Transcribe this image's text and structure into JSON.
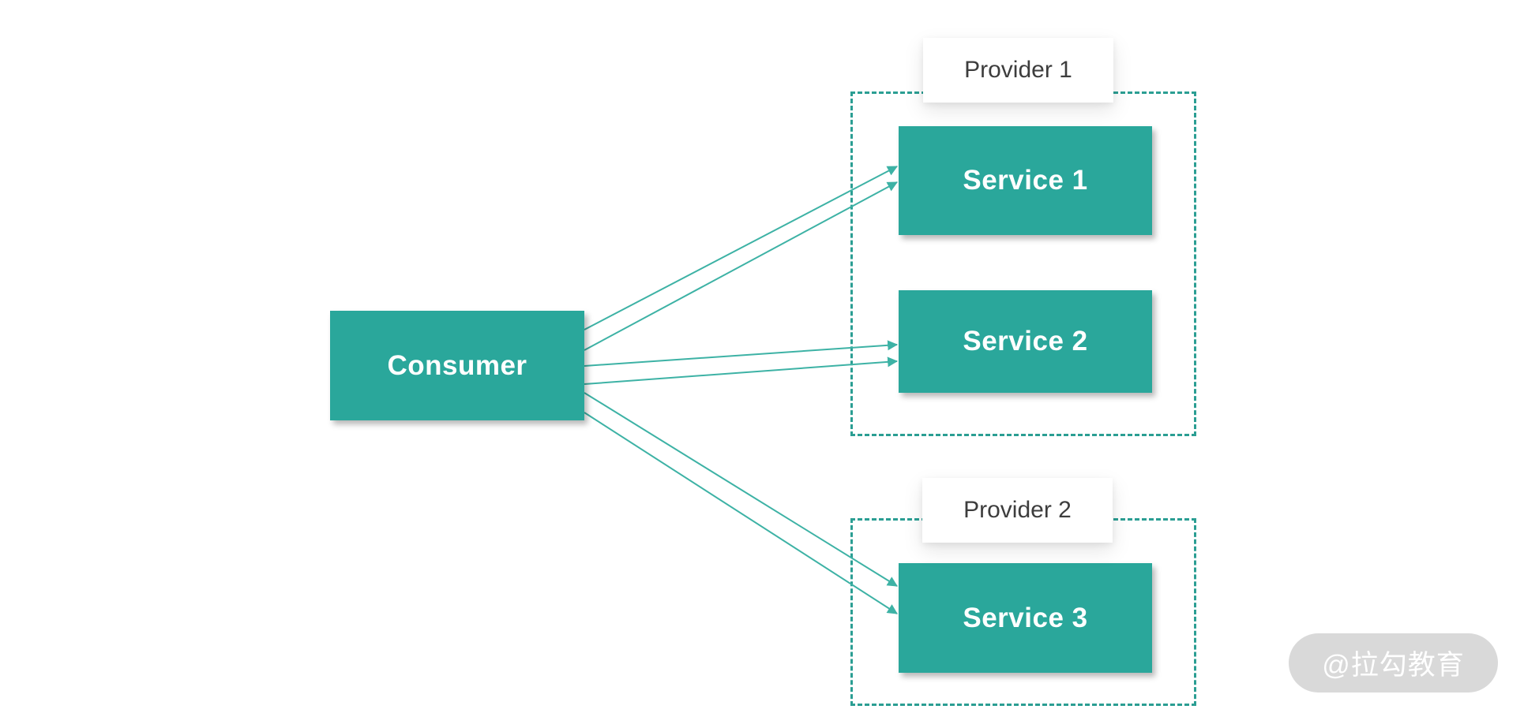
{
  "diagram": {
    "consumer": {
      "label": "Consumer"
    },
    "providers": [
      {
        "label": "Provider 1",
        "services": [
          {
            "label": "Service 1"
          },
          {
            "label": "Service 2"
          }
        ]
      },
      {
        "label": "Provider 2",
        "services": [
          {
            "label": "Service 3"
          }
        ]
      }
    ],
    "edges": [
      {
        "from": "Consumer",
        "to": "Service 1"
      },
      {
        "from": "Consumer",
        "to": "Service 1"
      },
      {
        "from": "Consumer",
        "to": "Service 2"
      },
      {
        "from": "Consumer",
        "to": "Service 2"
      },
      {
        "from": "Consumer",
        "to": "Service 3"
      },
      {
        "from": "Consumer",
        "to": "Service 3"
      }
    ],
    "watermark": {
      "label": "@拉勾教育"
    },
    "colors": {
      "node_fill": "#2aa79b",
      "node_text": "#ffffff",
      "edge_line": "#3db2a5",
      "provider_border": "#2b9e93",
      "provider_label_text": "#3d3d3d",
      "provider_label_bg": "#ffffff",
      "watermark_bg": "#d9d9d9",
      "watermark_text": "#ffffff",
      "page_bg": "#ffffff"
    }
  }
}
